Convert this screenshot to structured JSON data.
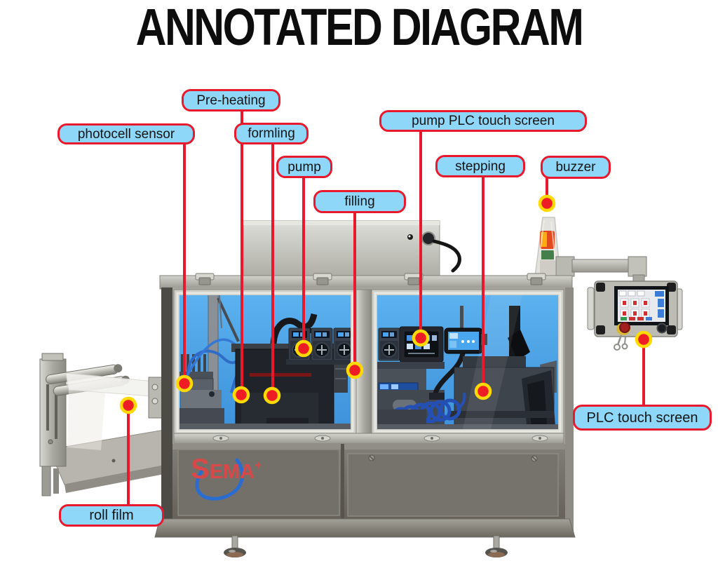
{
  "title": "ANNOTATED DIAGRAM",
  "brand": {
    "initial": "S",
    "rest": "EMA",
    "plus": "+"
  },
  "colors": {
    "label_fill": "#8ed7f8",
    "label_border": "#e8192c",
    "callout_line": "#e8192c",
    "dot_fill": "#ee1c25",
    "dot_ring": "#ffd900",
    "window_blue": "#4aa2e6",
    "cabinet_gray": "#75726b",
    "logo_red": "#d84848",
    "logo_blue": "#2a6cd0"
  },
  "labels": [
    {
      "id": "pre-heating",
      "text": "Pre-heating"
    },
    {
      "id": "photocell-sensor",
      "text": "photocell sensor"
    },
    {
      "id": "formling",
      "text": "formling"
    },
    {
      "id": "pump",
      "text": "pump"
    },
    {
      "id": "pump-plc-touch-screen",
      "text": "pump PLC touch screen"
    },
    {
      "id": "stepping",
      "text": "stepping"
    },
    {
      "id": "buzzer",
      "text": "buzzer"
    },
    {
      "id": "filling",
      "text": "filling"
    },
    {
      "id": "plc-touch-screen",
      "text": "PLC touch screen"
    },
    {
      "id": "roll-film",
      "text": "roll film"
    }
  ]
}
